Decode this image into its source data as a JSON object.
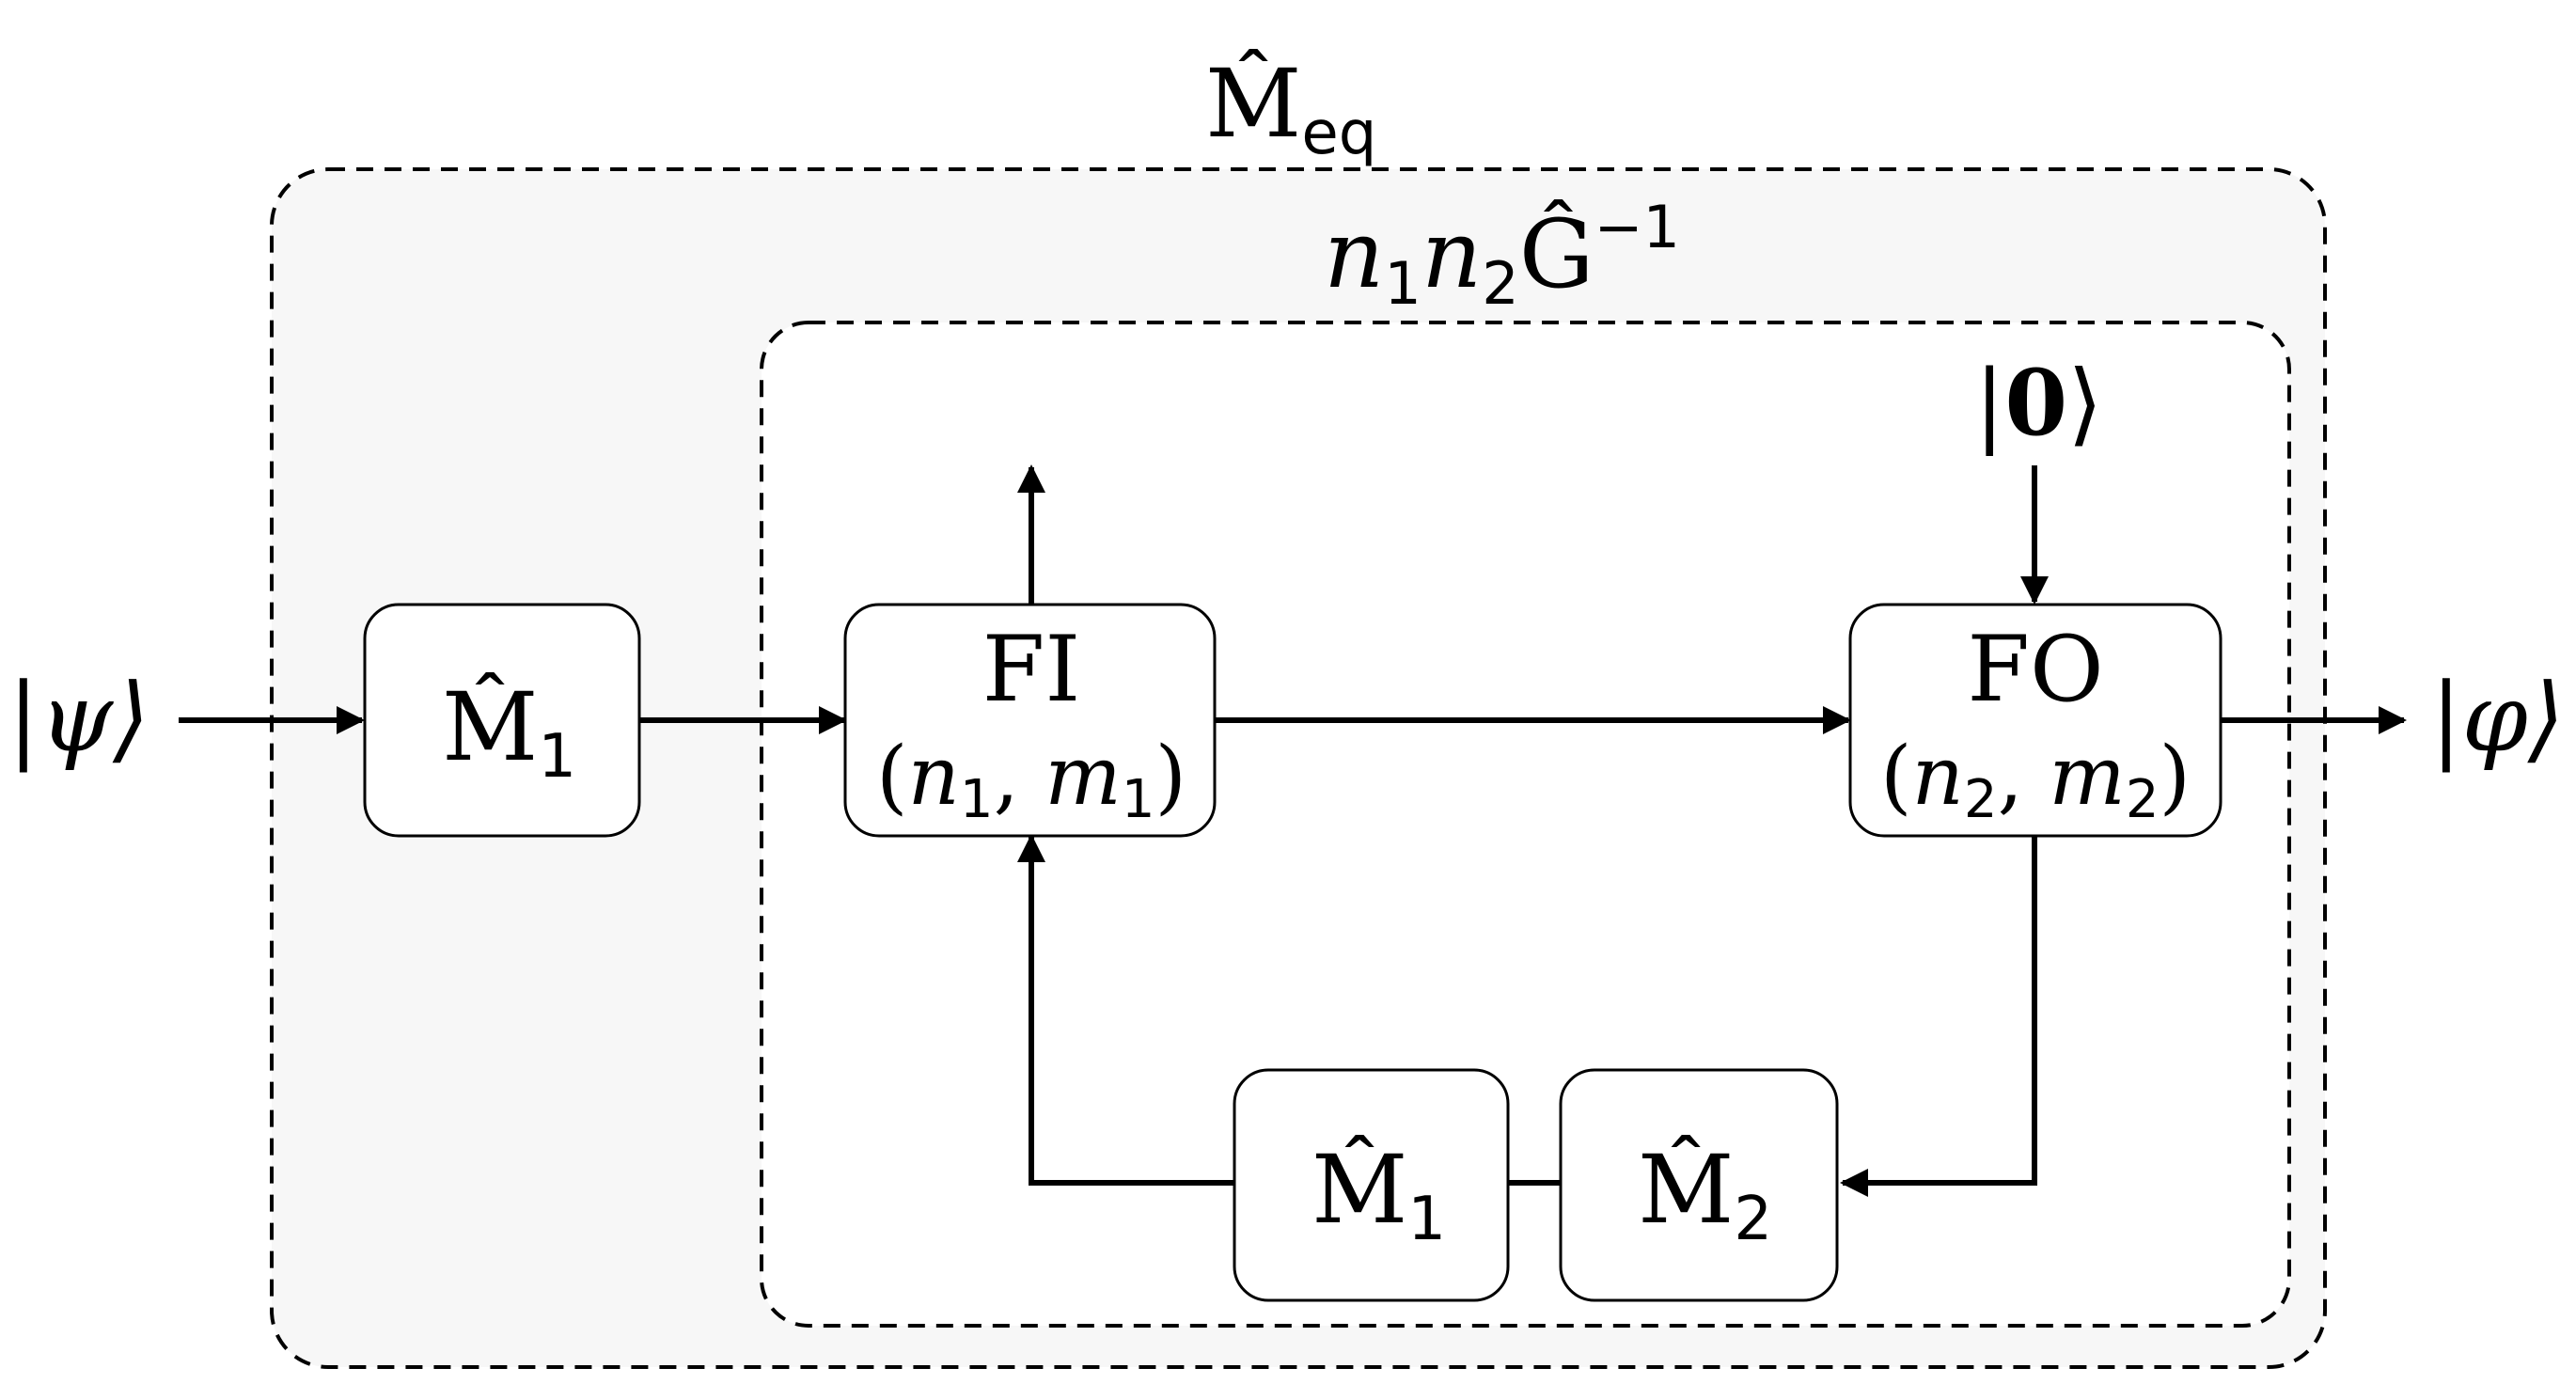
{
  "diagram": {
    "outer_label": {
      "base": "M̂",
      "sub": "eq"
    },
    "inner_label": {
      "n1": "n",
      "n1_sub": "1",
      "n2": "n",
      "n2_sub": "2",
      "g": "Ĝ",
      "g_sup": "−1"
    },
    "input_state": "|ψ⟩",
    "output_state": "|φ⟩",
    "zero_state_left": "|",
    "zero_state_mid": "0",
    "zero_state_right": "⟩",
    "boxes": {
      "m1_left": {
        "base": "M̂",
        "sub": "1"
      },
      "fi": {
        "title": "FI",
        "n": "n",
        "n_sub": "1",
        "m": "m",
        "m_sub": "1"
      },
      "fo": {
        "title": "FO",
        "n": "n",
        "n_sub": "2",
        "m": "m",
        "m_sub": "2"
      },
      "m1_bottom": {
        "base": "M̂",
        "sub": "1"
      },
      "m2_bottom": {
        "base": "M̂",
        "sub": "2"
      }
    },
    "colors": {
      "outer_fill": "#f7f7f7",
      "stroke": "#000000",
      "box_fill": "#ffffff"
    }
  }
}
